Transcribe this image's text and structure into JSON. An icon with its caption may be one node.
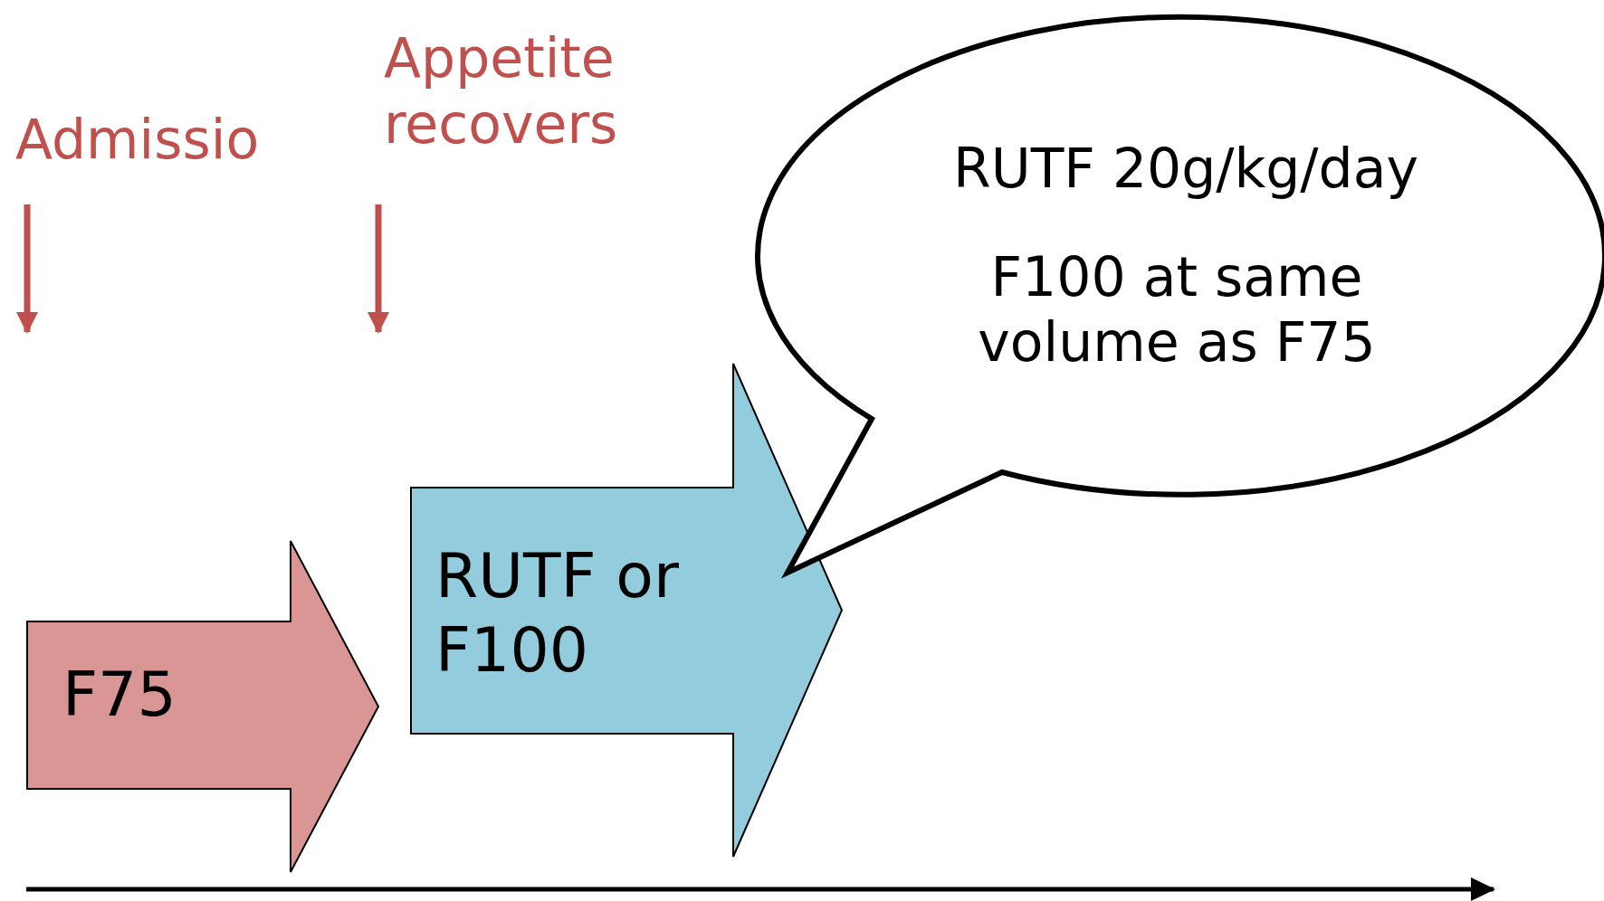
{
  "diagram": {
    "nodes": [
      {
        "text": [
          "F75"
        ]
      },
      {
        "text": [
          "RUTF or F100"
        ]
      },
      {
        "text": [
          "RUTF 20g/kg/day",
          "F100 at same volume as F75"
        ]
      }
    ],
    "labels": [
      "Admissio",
      "Appetite recovers"
    ]
  }
}
